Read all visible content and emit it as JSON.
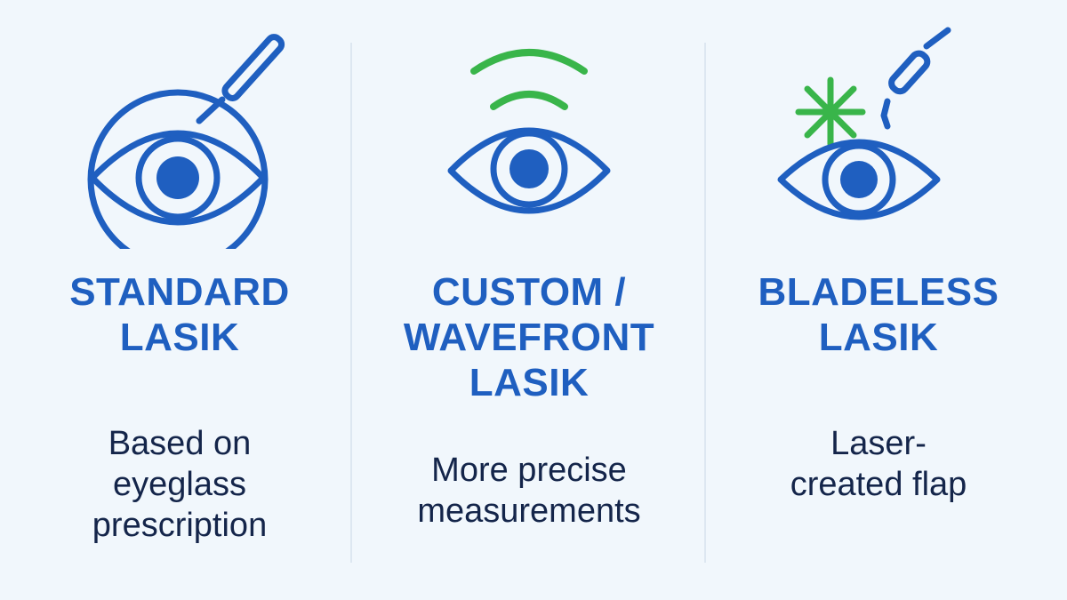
{
  "colors": {
    "background": "#f1f7fc",
    "icon_blue": "#1f5fc0",
    "icon_green": "#39b54a",
    "text_dark": "#14254a",
    "divider": "#dde7f1"
  },
  "columns": [
    {
      "icon": "eye-with-blade-icon",
      "title_lines": [
        "STANDARD",
        "LASIK"
      ],
      "description_lines": [
        "Based on",
        "eyeglass",
        "prescription"
      ]
    },
    {
      "icon": "eye-with-wavefront-icon",
      "title_lines": [
        "CUSTOM /",
        "WAVEFRONT",
        "LASIK"
      ],
      "description_lines": [
        "More precise",
        "measurements"
      ]
    },
    {
      "icon": "eye-with-laser-icon",
      "title_lines": [
        "BLADELESS",
        "LASIK"
      ],
      "description_lines": [
        "Laser-",
        "created flap"
      ]
    }
  ]
}
